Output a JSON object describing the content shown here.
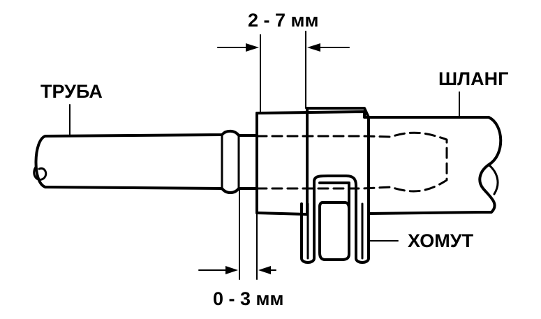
{
  "labels": {
    "tube": "ТРУБА",
    "hose": "ШЛАНГ",
    "clamp": "ХОМУТ",
    "gap_top": "2 - 7 мм",
    "gap_bottom": "0 - 3 мм"
  },
  "colors": {
    "ink": "#000000",
    "paper": "#ffffff"
  }
}
